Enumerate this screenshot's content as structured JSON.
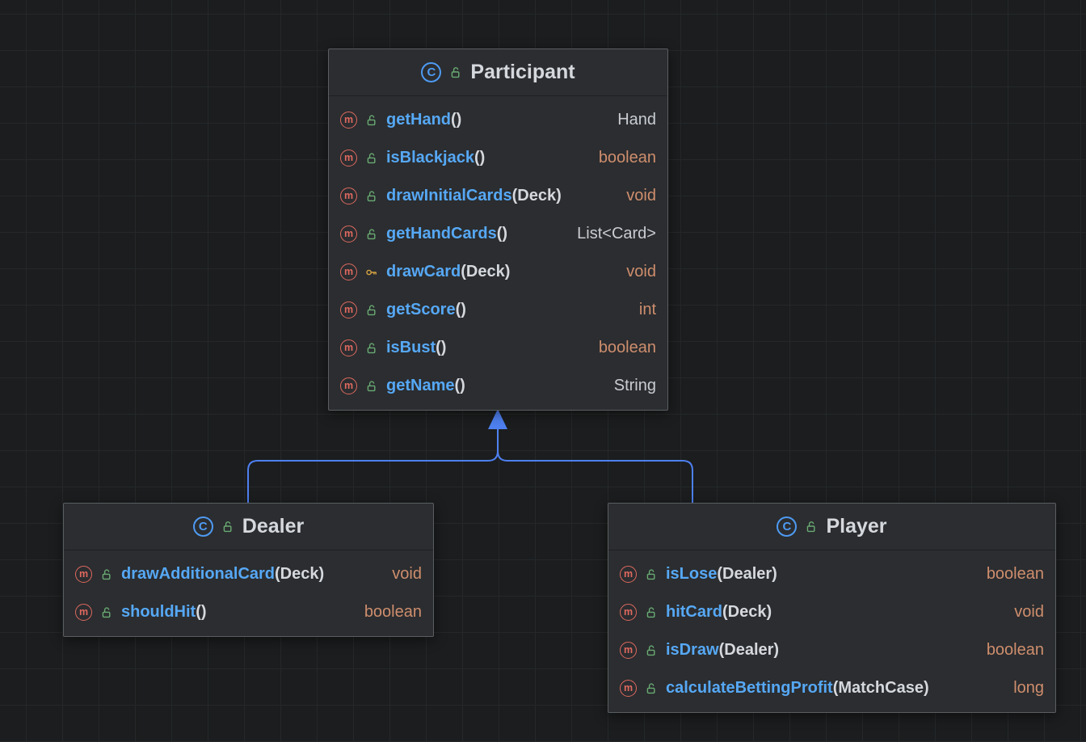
{
  "canvas": {
    "background": "#1b1d1e",
    "grid_color": "#25282a"
  },
  "colors": {
    "method_name": "#56a8f5",
    "primitive_return": "#cf8e6d",
    "class_return": "#c9ccd2",
    "edge": "#4e80f0",
    "method_badge": "#e0695f",
    "class_badge": "#4e9af2",
    "protected_key": "#d6a343",
    "public_lock": "#6aab73"
  },
  "icons": {
    "class_badge": "C",
    "method_badge": "m"
  },
  "classes": {
    "participant": {
      "name": "Participant",
      "methods": [
        {
          "name": "getHand",
          "params": "()",
          "ret": "Hand",
          "visibility": "public"
        },
        {
          "name": "isBlackjack",
          "params": "()",
          "ret": "boolean",
          "visibility": "public"
        },
        {
          "name": "drawInitialCards",
          "params": "(Deck)",
          "ret": "void",
          "visibility": "public"
        },
        {
          "name": "getHandCards",
          "params": "()",
          "ret": "List<Card>",
          "visibility": "public"
        },
        {
          "name": "drawCard",
          "params": "(Deck)",
          "ret": "void",
          "visibility": "protected"
        },
        {
          "name": "getScore",
          "params": "()",
          "ret": "int",
          "visibility": "public"
        },
        {
          "name": "isBust",
          "params": "()",
          "ret": "boolean",
          "visibility": "public"
        },
        {
          "name": "getName",
          "params": "()",
          "ret": "String",
          "visibility": "public"
        }
      ]
    },
    "dealer": {
      "name": "Dealer",
      "methods": [
        {
          "name": "drawAdditionalCard",
          "params": "(Deck)",
          "ret": "void",
          "visibility": "public"
        },
        {
          "name": "shouldHit",
          "params": "()",
          "ret": "boolean",
          "visibility": "public"
        }
      ]
    },
    "player": {
      "name": "Player",
      "methods": [
        {
          "name": "isLose",
          "params": "(Dealer)",
          "ret": "boolean",
          "visibility": "public"
        },
        {
          "name": "hitCard",
          "params": "(Deck)",
          "ret": "void",
          "visibility": "public"
        },
        {
          "name": "isDraw",
          "params": "(Dealer)",
          "ret": "boolean",
          "visibility": "public"
        },
        {
          "name": "calculateBettingProfit",
          "params": "(MatchCase)",
          "ret": "long",
          "visibility": "public"
        }
      ]
    }
  },
  "edges": [
    {
      "from": "Dealer",
      "to": "Participant",
      "type": "inheritance"
    },
    {
      "from": "Player",
      "to": "Participant",
      "type": "inheritance"
    }
  ]
}
